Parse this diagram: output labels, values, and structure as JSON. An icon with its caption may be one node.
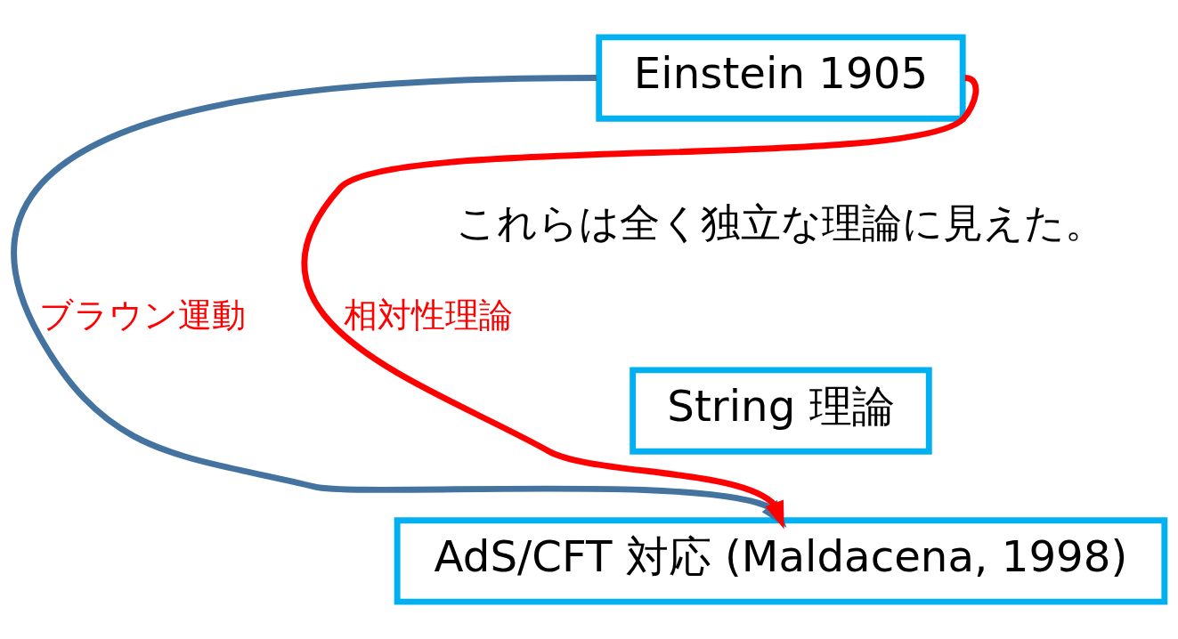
{
  "diagram": {
    "nodes": [
      {
        "text": [
          "Einstein 1905"
        ]
      },
      {
        "text": [
          "String 理論"
        ]
      },
      {
        "text": [
          "AdS/CFT 対応 (Maldacena, 1998)"
        ]
      }
    ],
    "edges": [
      {
        "from": 0,
        "to": 2,
        "arrow": "to",
        "label": "ブラウン運動",
        "color": "#44739f"
      },
      {
        "from": 0,
        "to": 2,
        "arrow": "to",
        "label": "相対性理論",
        "color": "#ff0000"
      }
    ],
    "labels": [
      "これらは全く独立な理論に見えた。"
    ]
  }
}
